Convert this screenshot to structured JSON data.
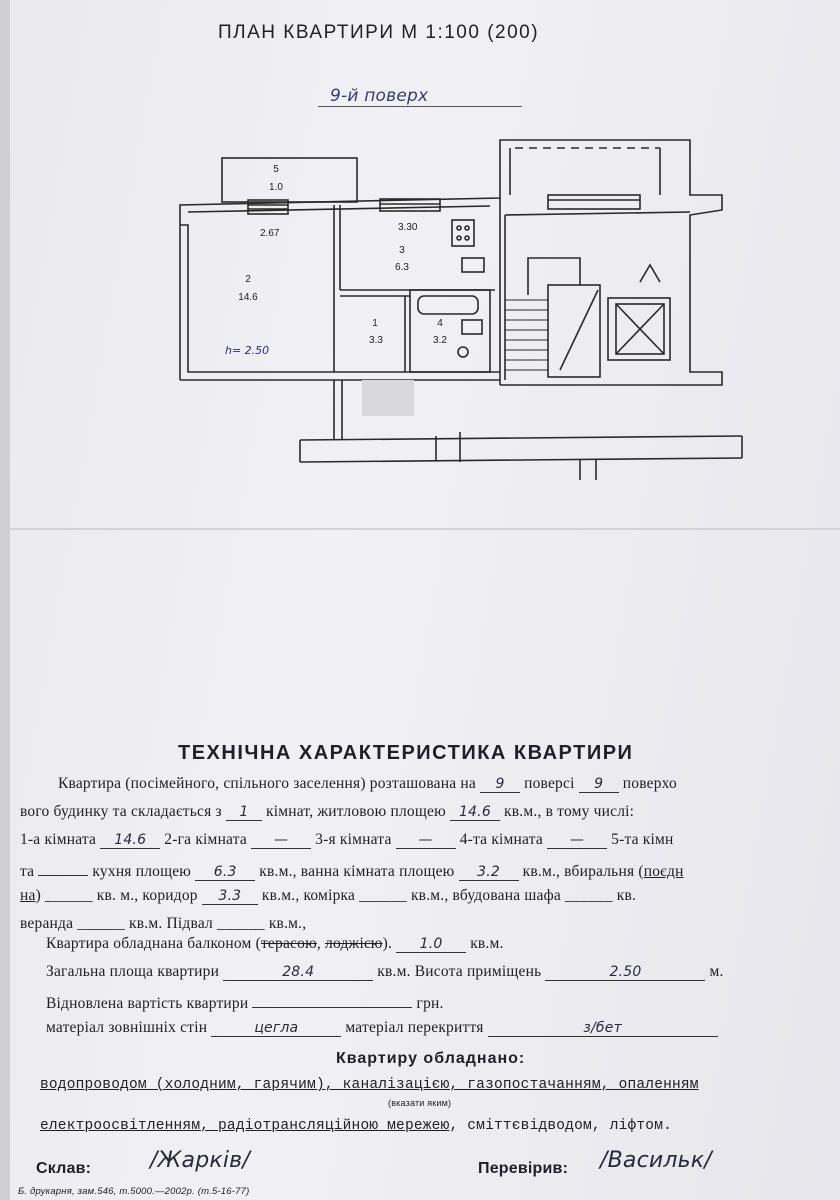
{
  "header": {
    "title": "ПЛАН КВАРТИРИ  М 1:100 (200)",
    "floor_label": "9-й поверх"
  },
  "plan": {
    "rooms": [
      {
        "num": "5",
        "area": "1.0"
      },
      {
        "num": "2",
        "area": "14.6"
      },
      {
        "num": "3",
        "area": "6.3"
      },
      {
        "num": "1",
        "area": "3.3"
      },
      {
        "num": "4",
        "area": "3.2"
      }
    ],
    "dims": {
      "d1": "2.67",
      "d2": "3.30"
    },
    "height_note": "h= 2.50"
  },
  "spec": {
    "title": "ТЕХНІЧНА ХАРАКТЕРИСТИКА КВАРТИРИ",
    "l1a": "Квартира (посімейного, спільного заселення) розташована на",
    "floor": "9",
    "l1b": "поверсі",
    "floors_total": "9",
    "l1c": "поверхо",
    "l2a": "вого будинку та складається з",
    "rooms_count": "1",
    "l2b": "кімнат, житловою площею",
    "living_area": "14.6",
    "l2c": "кв.м., в тому числі:",
    "l3a": "1-а кімната",
    "room1": "14.6",
    "l3b": "2-га кімната",
    "room2": "—",
    "l3c": "3-я кімната",
    "room3": "—",
    "l3d": "4-та кімната",
    "room4": "—",
    "l3e": "5-та кімн",
    "l4a": "та",
    "l4b": "кухня площею",
    "kitchen": "6.3",
    "l4c": "кв.м., ванна кімната площею",
    "bath": "3.2",
    "l4d": "кв.м., вбиральня (",
    "l4e": "поєдн",
    "l5a": "на",
    "l5b": ") ______ кв. м., коридор",
    "corridor": "3.3",
    "l5c": "кв.м., комірка ______ кв.м., вбудована шафа ______ кв.",
    "l6": "веранда ______ кв.м. Підвал ______ кв.м.,",
    "l7a": "Квартира обладнана балконом (",
    "l7b": "терасою",
    "l7c": ",",
    "l7d": "лоджією",
    "l7e": ").",
    "balcony": "1.0",
    "l7f": "кв.м.",
    "l8a": "Загальна площа квартири",
    "total_area": "28.4",
    "l8b": "кв.м. Висота приміщень",
    "height": "2.50",
    "l8c": "м.",
    "l9a": "Відновлена вартість квартири",
    "l9b": "грн.",
    "l10a": "матеріал зовнішніх стін",
    "walls": "цегла",
    "l10b": "матеріал перекриття",
    "ceiling": "з/бет",
    "equipped_title": "Квартиру обладнано:",
    "eq1": "водопроводом (холодним, гарячим), каналізацією, газопостачанням, опаленням",
    "eq_note": "(вказати яким)",
    "eq2": "електроосвітленням, радіотрансляційною мережею",
    "eq3": ", сміттєвідводом, ліфтом.",
    "made_label": "Склав:",
    "made_sig": "/Жарків/",
    "checked_label": "Перевірив:",
    "checked_sig": "/Васильк/",
    "footer": "Б. друкарня, зам.546, т.5000.—2002р. (т.5-16-77)"
  }
}
